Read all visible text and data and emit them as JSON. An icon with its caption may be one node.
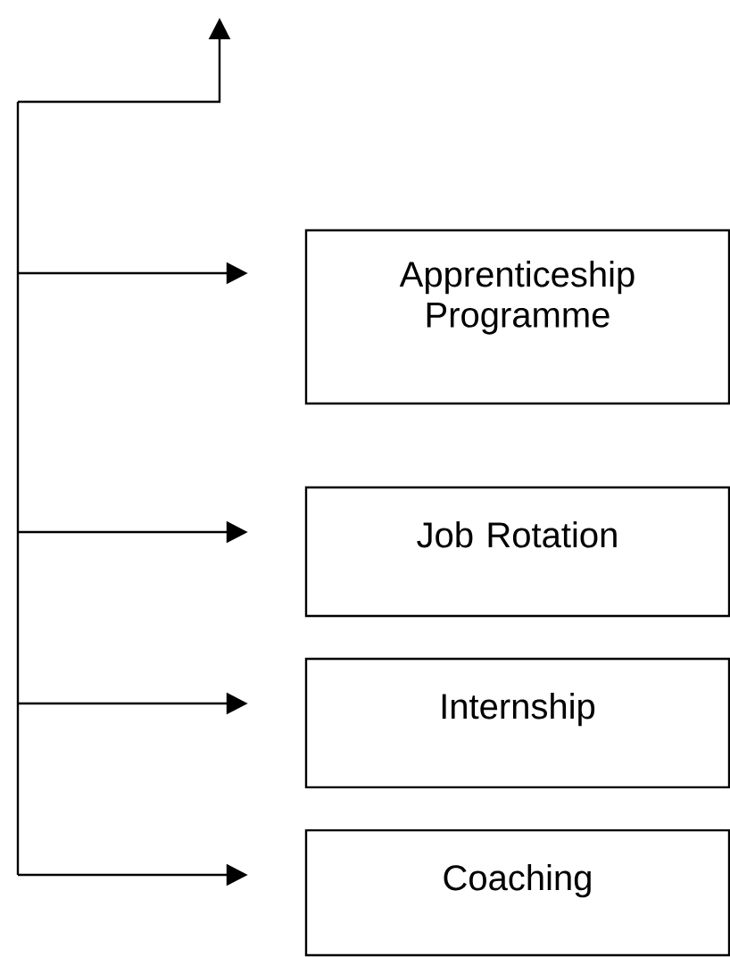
{
  "diagram": {
    "nodes": [
      {
        "text": [
          "Apprenticeship Programme"
        ]
      },
      {
        "text": [
          "Job Rotation"
        ]
      },
      {
        "text": [
          "Internship"
        ]
      },
      {
        "text": [
          "Coaching"
        ]
      }
    ],
    "edges": [
      {
        "from": null,
        "to": 0,
        "arrow": "to"
      },
      {
        "from": null,
        "to": 1,
        "arrow": "to"
      },
      {
        "from": null,
        "to": 2,
        "arrow": "to"
      },
      {
        "from": null,
        "to": 3,
        "arrow": "to"
      }
    ]
  }
}
